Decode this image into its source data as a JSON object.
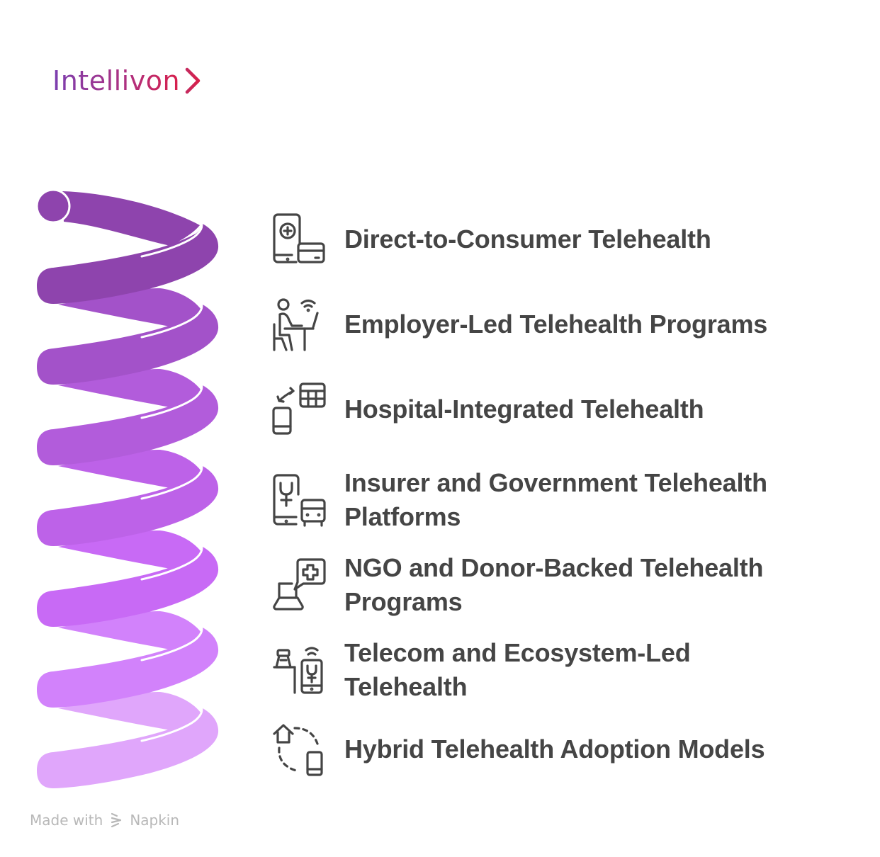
{
  "brand": {
    "name": "Intellivon",
    "chevron_icon": "chevron-right-icon",
    "gradient": [
      "#7b3fb0",
      "#b0307f",
      "#d81f4a"
    ]
  },
  "spring": {
    "coils": 7,
    "colors": [
      "#8e44ad",
      "#a352c9",
      "#b25cdb",
      "#bd62e8",
      "#c86af5",
      "#d282fb",
      "#e0a6fb"
    ]
  },
  "items": [
    {
      "label": "Direct-to-Consumer Telehealth",
      "icon": "phone-medical-card-icon"
    },
    {
      "label": "Employer-Led Telehealth Programs",
      "icon": "person-desk-wifi-icon"
    },
    {
      "label": "Hospital-Integrated Telehealth",
      "icon": "phone-sync-hospital-icon"
    },
    {
      "label": "Insurer and Government Telehealth Platforms",
      "icon": "phone-currency-bus-icon"
    },
    {
      "label": "NGO and Donor-Backed Telehealth Programs",
      "icon": "laptop-medical-chat-icon"
    },
    {
      "label": "Telecom and Ecosystem-Led Telehealth",
      "icon": "kiosk-phone-currency-icon"
    },
    {
      "label": "Hybrid Telehealth Adoption Models",
      "icon": "home-phone-cycle-icon"
    }
  ],
  "footer": {
    "made_with": "Made with",
    "brand": "Napkin",
    "icon": "napkin-logo-icon"
  },
  "colors": {
    "text": "#454545",
    "icon_stroke": "#454545",
    "footer": "#b8b8b8"
  }
}
